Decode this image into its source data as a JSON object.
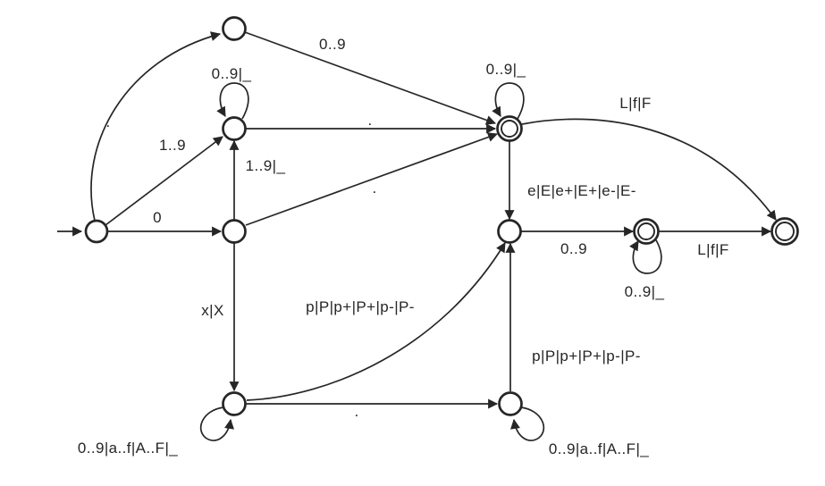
{
  "figure": {
    "background": "#ffffff",
    "ink": "#262626"
  },
  "automaton": {
    "states": [
      {
        "id": "start",
        "initial": true,
        "accepting": false
      },
      {
        "id": "dot-seen",
        "initial": false,
        "accepting": false
      },
      {
        "id": "int",
        "initial": false,
        "accepting": false
      },
      {
        "id": "zero",
        "initial": false,
        "accepting": false
      },
      {
        "id": "float",
        "initial": false,
        "accepting": true
      },
      {
        "id": "exponent",
        "initial": false,
        "accepting": false
      },
      {
        "id": "exponent-digits",
        "initial": false,
        "accepting": true
      },
      {
        "id": "suffix",
        "initial": false,
        "accepting": true
      },
      {
        "id": "hex",
        "initial": false,
        "accepting": false
      },
      {
        "id": "hex-fraction",
        "initial": false,
        "accepting": false
      }
    ],
    "edges": [
      {
        "from": "start",
        "to": "dot-seen",
        "label": "."
      },
      {
        "from": "start",
        "to": "int",
        "label": "1..9"
      },
      {
        "from": "start",
        "to": "zero",
        "label": "0"
      },
      {
        "from": "dot-seen",
        "to": "float",
        "label": "0..9"
      },
      {
        "from": "int",
        "to": "int",
        "label": "0..9|_"
      },
      {
        "from": "int",
        "to": "float",
        "label": "."
      },
      {
        "from": "zero",
        "to": "int",
        "label": "1..9|_"
      },
      {
        "from": "zero",
        "to": "float",
        "label": "."
      },
      {
        "from": "float",
        "to": "float",
        "label": "0..9|_"
      },
      {
        "from": "float",
        "to": "suffix",
        "label": "L|f|F"
      },
      {
        "from": "float",
        "to": "exponent",
        "label": "e|E|e+|E+|e-|E-"
      },
      {
        "from": "exponent",
        "to": "exponent-digits",
        "label": "0..9"
      },
      {
        "from": "exponent-digits",
        "to": "exponent-digits",
        "label": "0..9|_"
      },
      {
        "from": "exponent-digits",
        "to": "suffix",
        "label": "L|f|F"
      },
      {
        "from": "zero",
        "to": "hex",
        "label": "x|X"
      },
      {
        "from": "hex",
        "to": "hex",
        "label": "0..9|a..f|A..F|_"
      },
      {
        "from": "hex",
        "to": "hex-fraction",
        "label": "."
      },
      {
        "from": "hex",
        "to": "exponent",
        "label": "p|P|p+|P+|p-|P-"
      },
      {
        "from": "hex-fraction",
        "to": "hex-fraction",
        "label": "0..9|a..f|A..F|_"
      },
      {
        "from": "hex-fraction",
        "to": "exponent",
        "label": "p|P|p+|P+|p-|P-"
      }
    ]
  }
}
